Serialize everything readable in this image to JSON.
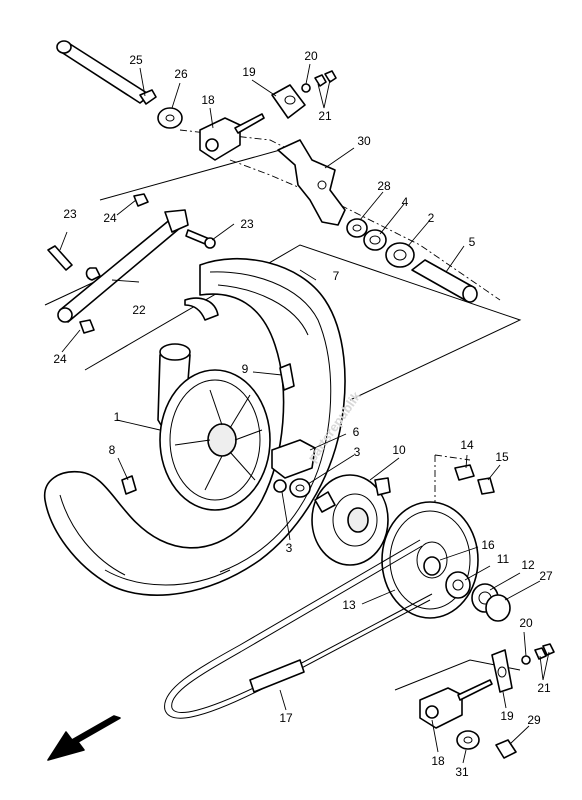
{
  "watermark": "partsrepublik",
  "labels": {
    "p1": "1",
    "p2": "2",
    "p3a": "3",
    "p3b": "3",
    "p4": "4",
    "p5": "5",
    "p6": "6",
    "p7": "7",
    "p8": "8",
    "p9": "9",
    "p10": "10",
    "p11": "11",
    "p12": "12",
    "p13": "13",
    "p14": "14",
    "p15": "15",
    "p16": "16",
    "p17": "17",
    "p18a": "18",
    "p18b": "18",
    "p19a": "19",
    "p19b": "19",
    "p20a": "20",
    "p20b": "20",
    "p21a": "21",
    "p21b": "21",
    "p22": "22",
    "p23a": "23",
    "p23b": "23",
    "p24a": "24",
    "p24b": "24",
    "p25": "25",
    "p26": "26",
    "p27": "27",
    "p28": "28",
    "p29": "29",
    "p30": "30",
    "p31": "31"
  }
}
